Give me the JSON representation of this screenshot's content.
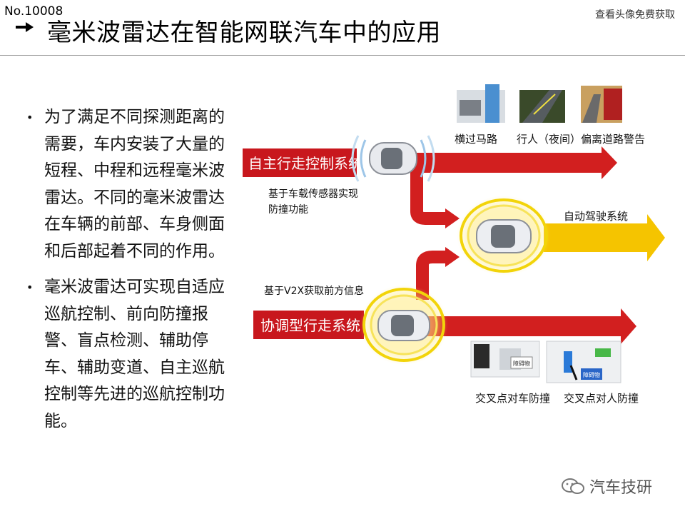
{
  "slide_number": "No.10008",
  "corner_note": "查看头像免费获取",
  "title": "毫米波雷达在智能网联汽车中的应用",
  "bullets": [
    "为了满足不同探测距离的需要，车内安装了大量的短程、中程和远程毫米波雷达。不同的毫米波雷达在车辆的前部、车身侧面和后部起着不同的作用。",
    "毫米波雷达可实现自适应巡航控制、前向防撞报警、盲点检测、辅助停车、辅助变道、自主巡航控制等先进的巡航控制功能。"
  ],
  "diagram": {
    "system_top": "自主行走控制系统",
    "note_top": "基于车载传感器实现防撞功能",
    "note_top_line1": "基于车载传感器实现",
    "note_top_line2": "防撞功能",
    "output_system": "自动驾驶系统",
    "note_bottom": "基于V2X获取前方信息",
    "system_bottom": "协调型行走系统",
    "scenarios_top": [
      "横过马路",
      "行人（夜间）",
      "偏离道路警告"
    ],
    "scenarios_bottom": [
      "交叉点对车防撞",
      "交叉点对人防撞"
    ],
    "sign_labels": [
      "障碍物",
      "障碍物"
    ]
  },
  "brand": "汽车技研",
  "colors": {
    "red_arrow": "#d21f1f",
    "yellow_arrow": "#f5c400",
    "red_label": "#c8171d"
  }
}
